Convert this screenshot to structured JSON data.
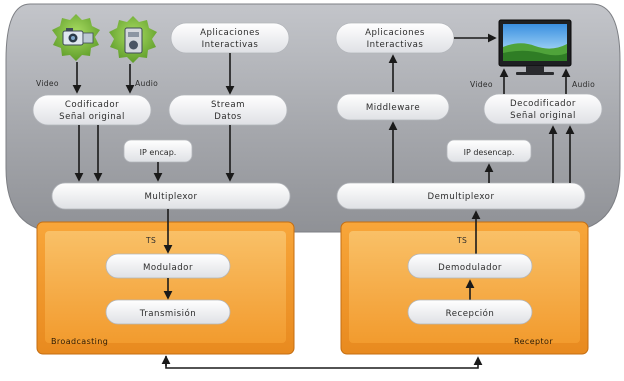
{
  "transmitter": {
    "video_label": "Video",
    "audio_label": "Audio",
    "apps_line1": "Aplicaciones",
    "apps_line2": "Interactivas",
    "encoder_line1": "Codificador",
    "encoder_line2": "Señal original",
    "stream_line1": "Stream",
    "stream_line2": "Datos",
    "ip_encap": "IP encap.",
    "multiplexer": "Multiplexor",
    "ts_label": "TS",
    "modulator": "Modulador",
    "transmission": "Transmisión",
    "broadcasting_label": "Broadcasting"
  },
  "receiver": {
    "apps_line1": "Aplicaciones",
    "apps_line2": "Interactivas",
    "video_label": "Video",
    "audio_label": "Audio",
    "middleware": "Middleware",
    "decoder_line1": "Decodificador",
    "decoder_line2": "Señal original",
    "ip_decap": "IP desencap.",
    "demultiplexer": "Demultiplexor",
    "ts_label": "TS",
    "demodulator": "Demodulador",
    "reception": "Recepción",
    "receptor_label": "Receptor"
  },
  "icons": {
    "camera": "video-camera-icon",
    "audio_device": "audio-device-icon",
    "tv": "television-icon"
  },
  "colors": {
    "top_panel": "#a9abb0",
    "pill_fill": "#f4f5f7",
    "orange_panel": "#f0962a",
    "orange_inner": "#f7b14c",
    "arrow": "#1a1a1a",
    "green_badge": "#77b93d"
  }
}
